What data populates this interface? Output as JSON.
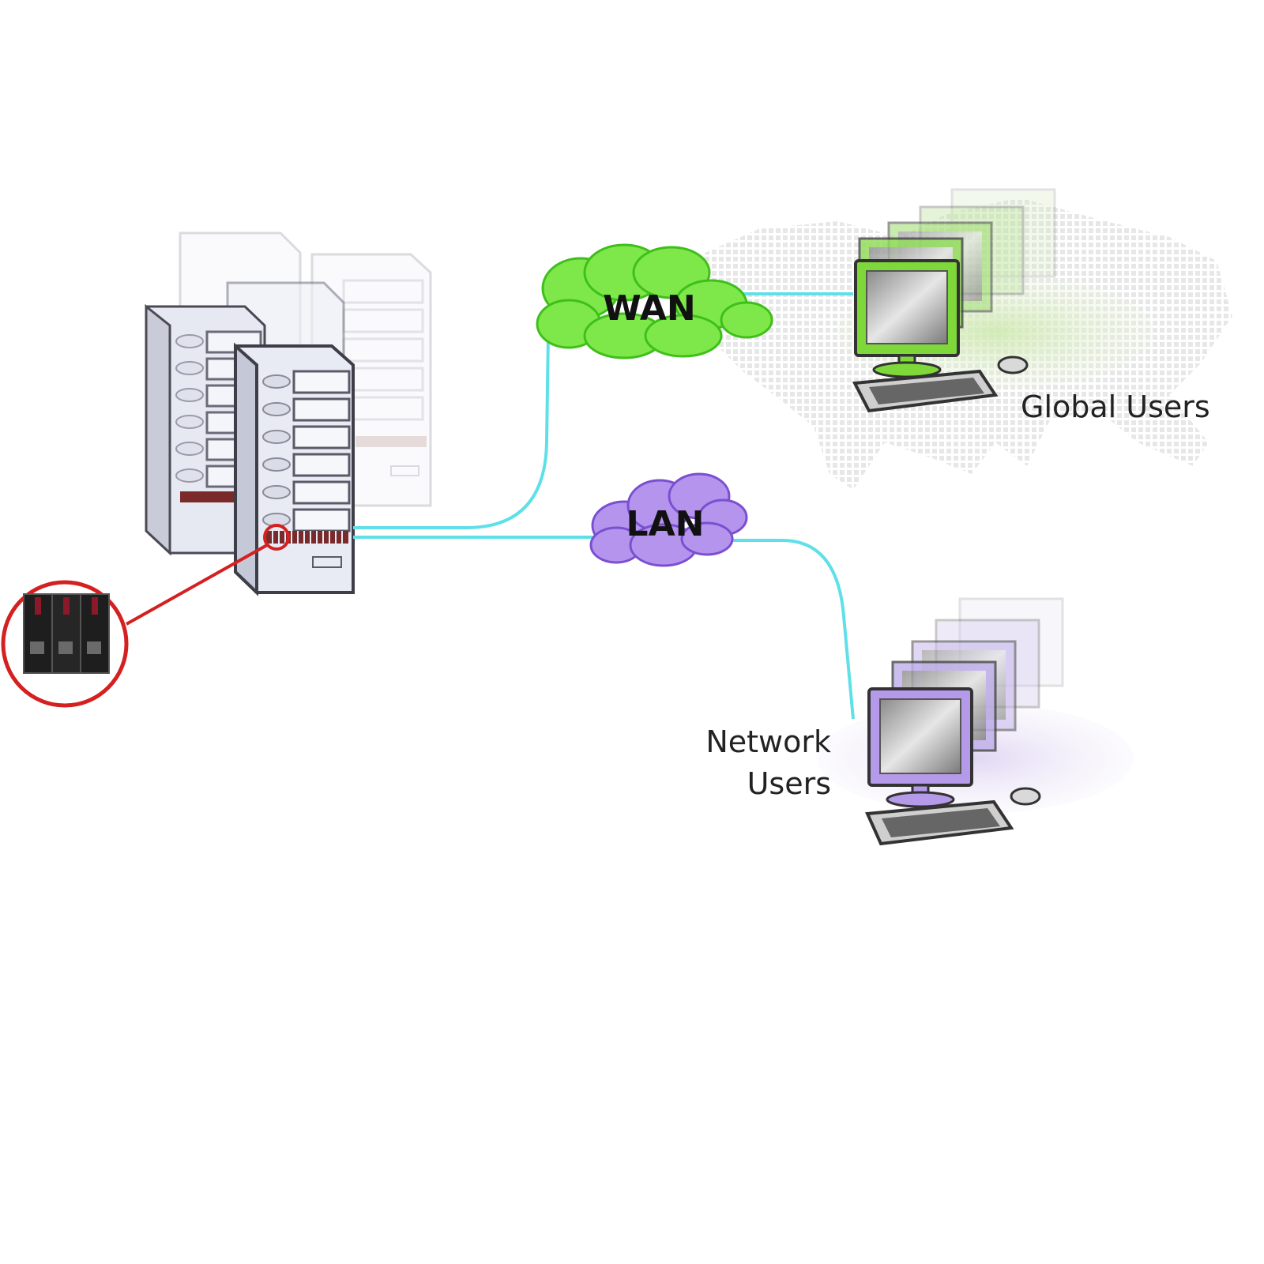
{
  "diagram": {
    "wan_label": "WAN",
    "lan_label": "LAN",
    "global_users_label": "Global Users",
    "network_users_label_line1": "Network",
    "network_users_label_line2": "Users"
  },
  "colors": {
    "link": "#5fe0e8",
    "wan_cloud": "#7ee84a",
    "wan_cloud_outline": "#3fbf1a",
    "lan_cloud": "#b594ee",
    "lan_cloud_outline": "#7a4fd1",
    "global_monitor": "#7fd83a",
    "network_monitor": "#b49ae8",
    "highlight": "#d42020"
  },
  "icons": {
    "server": "server-rack-icon",
    "workstation": "desktop-computer-icon",
    "cloud": "cloud-icon",
    "device": "network-card-icon",
    "world": "world-map-icon"
  }
}
